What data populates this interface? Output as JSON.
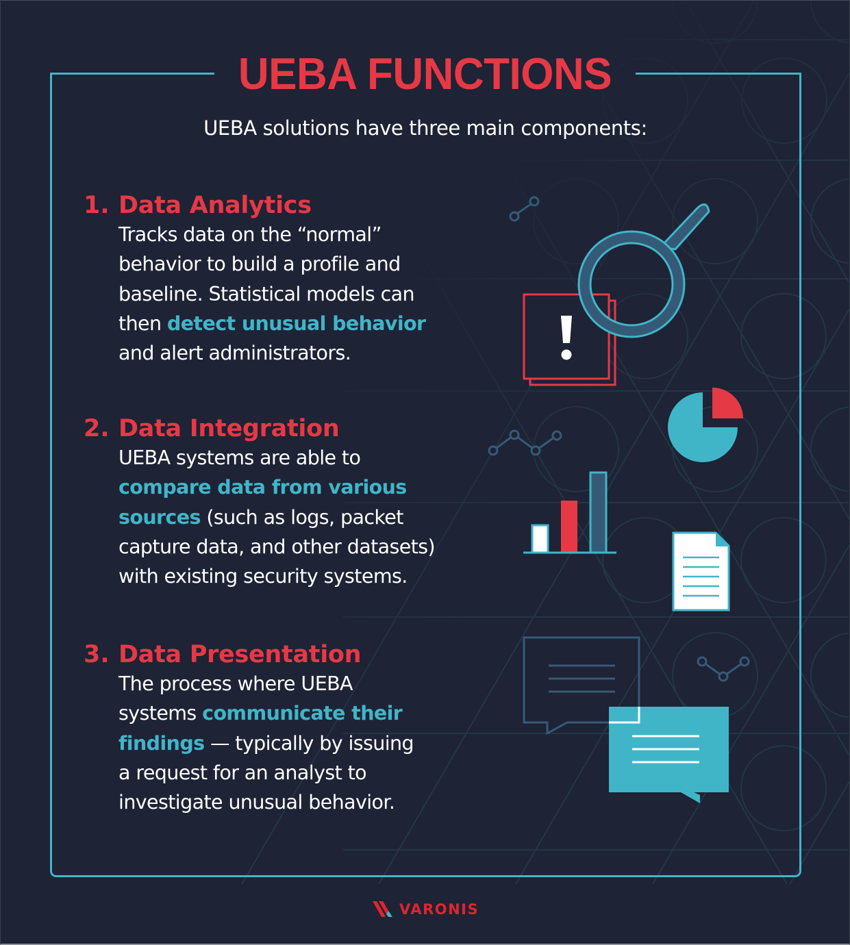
{
  "header": {
    "title": "UEBA FUNCTIONS",
    "subtitle": "UEBA solutions have three main components:"
  },
  "sections": [
    {
      "number": "1.",
      "heading": "Data Analytics",
      "lines": [
        [
          {
            "text": "Tracks data on the “normal”",
            "highlight": false
          }
        ],
        [
          {
            "text": "behavior to build a profile and",
            "highlight": false
          }
        ],
        [
          {
            "text": "baseline. Statistical models can",
            "highlight": false
          }
        ],
        [
          {
            "text": "then ",
            "highlight": false
          },
          {
            "text": "detect unusual behavior",
            "highlight": true
          }
        ],
        [
          {
            "text": "and alert administrators.",
            "highlight": false
          }
        ]
      ],
      "illustration": [
        "connector-icon",
        "magnifier-icon",
        "warning-card-icon"
      ]
    },
    {
      "number": "2.",
      "heading": "Data Integration",
      "lines": [
        [
          {
            "text": "UEBA systems are able to",
            "highlight": false
          }
        ],
        [
          {
            "text": "compare data from various",
            "highlight": true
          }
        ],
        [
          {
            "text": "sources",
            "highlight": true
          },
          {
            "text": " (such as logs, packet",
            "highlight": false
          }
        ],
        [
          {
            "text": "capture data, and other datasets)",
            "highlight": false
          }
        ],
        [
          {
            "text": "with existing security systems.",
            "highlight": false
          }
        ]
      ],
      "illustration": [
        "line-chart-icon",
        "pie-chart-icon",
        "bar-chart-icon",
        "document-icon"
      ]
    },
    {
      "number": "3.",
      "heading": "Data Presentation",
      "lines": [
        [
          {
            "text": "The process where UEBA",
            "highlight": false
          }
        ],
        [
          {
            "text": "systems ",
            "highlight": false
          },
          {
            "text": "communicate their",
            "highlight": true
          }
        ],
        [
          {
            "text": "findings",
            "highlight": true
          },
          {
            "text": " — typically by issuing",
            "highlight": false
          }
        ],
        [
          {
            "text": "a request for an analyst to",
            "highlight": false
          }
        ],
        [
          {
            "text": "investigate unusual behavior.",
            "highlight": false
          }
        ]
      ],
      "illustration": [
        "chat-bubble-outline-icon",
        "chat-bubble-filled-icon",
        "line-chart-icon"
      ]
    }
  ],
  "footer": {
    "brand": "VARONIS"
  },
  "colors": {
    "background": "#1e2335",
    "accent_red": "#e63946",
    "accent_teal": "#41b5c8",
    "slate_blue": "#355a78",
    "pattern": "#233646",
    "text": "#ffffff",
    "brand_red": "#e0242f"
  }
}
